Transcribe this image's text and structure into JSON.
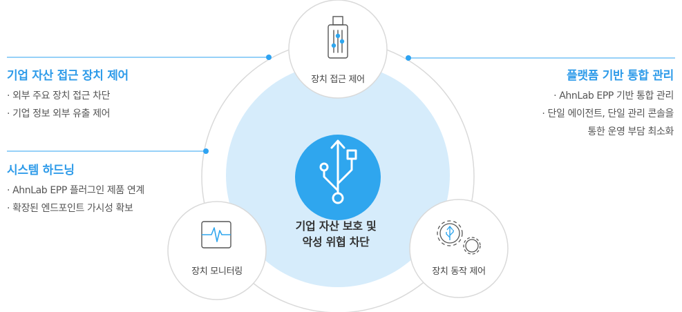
{
  "center": {
    "title_line1": "기업 자산 보호 및",
    "title_line2": "악성 위협 차단",
    "icon": "usb-icon"
  },
  "nodes": [
    {
      "label": "장치 접근 제어",
      "icon": "usb-drive-icon"
    },
    {
      "label": "장치 모니터링",
      "icon": "monitor-pulse-icon"
    },
    {
      "label": "장치 동작 제어",
      "icon": "gear-usb-icon"
    }
  ],
  "blocks": {
    "top_left": {
      "title": "기업 자산 접근 장치 제어",
      "items": [
        "· 외부 주요 장치 접근 차단",
        "· 기업 정보 외부 유출 제어"
      ]
    },
    "bottom_left": {
      "title": "시스템 하드닝",
      "items": [
        "· AhnLab EPP 플러그인 제품 연계",
        "· 확장된 엔드포인트 가시성 확보"
      ]
    },
    "top_right": {
      "title": "플랫폼 기반 통합 관리",
      "items": [
        "· AhnLab EPP 기반 통합 관리",
        "· 단일 에이전트, 단일 관리 콘솔을",
        "통한 운영 부담 최소화"
      ]
    }
  },
  "colors": {
    "accent": "#2ea3f2",
    "center_fill": "#d6ecfb",
    "icon_blue": "#2fa6ee"
  }
}
